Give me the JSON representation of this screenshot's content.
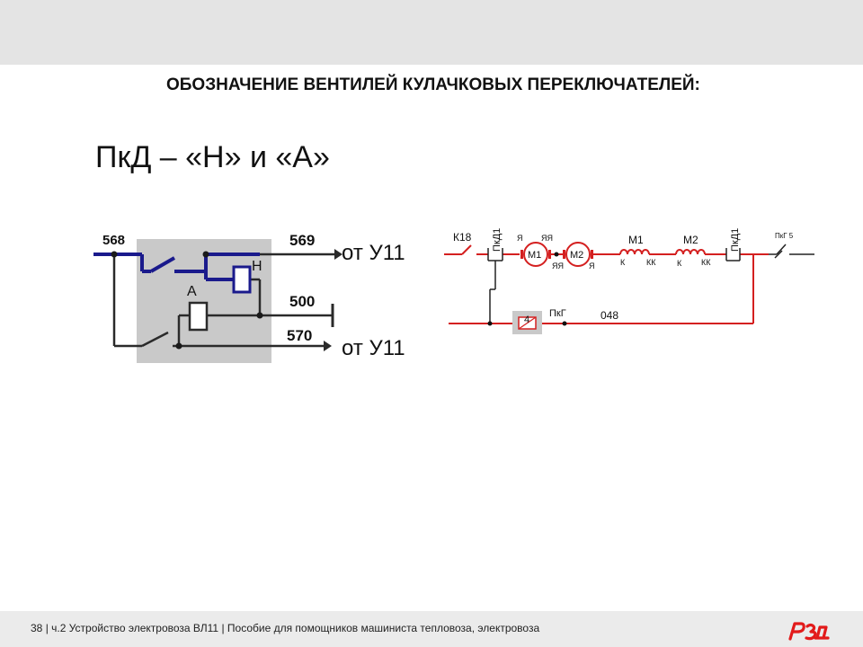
{
  "heading": "ОБОЗНАЧЕНИЕ ВЕНТИЛЕЙ КУЛАЧКОВЫХ ПЕРЕКЛЮЧАТЕЛЕЙ:",
  "subheading": "ПкД – «Н» и «А»",
  "left_diagram": {
    "wire_568": "568",
    "wire_569": "569",
    "wire_500": "500",
    "wire_570": "570",
    "coil_h": "Н",
    "coil_a": "А",
    "from_u11_top": "от У11",
    "from_u11_bottom": "от У11"
  },
  "right_diagram": {
    "k18": "К18",
    "pkd1_left": "ПкД1",
    "pkd1_right": "ПкД1",
    "pkg5": "ПкГ 5",
    "ya_top": "Я",
    "yaya_top": "ЯЯ",
    "yaya_bottom": "ЯЯ",
    "ya_bottom": "Я",
    "m1_motor": "М1",
    "m2_motor": "М2",
    "m1_coil": "М1",
    "m2_coil": "М2",
    "k_1": "К",
    "kk_1": "КК",
    "k_2": "К",
    "kk_2": "КК",
    "relay_num": "4",
    "pkg": "ПкГ",
    "wire_048": "048"
  },
  "footer": {
    "page_number": "38",
    "text": " | ч.2 Устройство электровоза ВЛ11 | Пособие для помощников машиниста тепловоза, электровоза"
  },
  "colors": {
    "blue_wire": "#1a1a8c",
    "red_wire": "#d42020",
    "gray_box": "#c9c9c9",
    "logo": "#e21a1a"
  },
  "icons": [
    "rzd-logo-icon",
    "arrow-right-icon",
    "ground-bar-icon"
  ]
}
